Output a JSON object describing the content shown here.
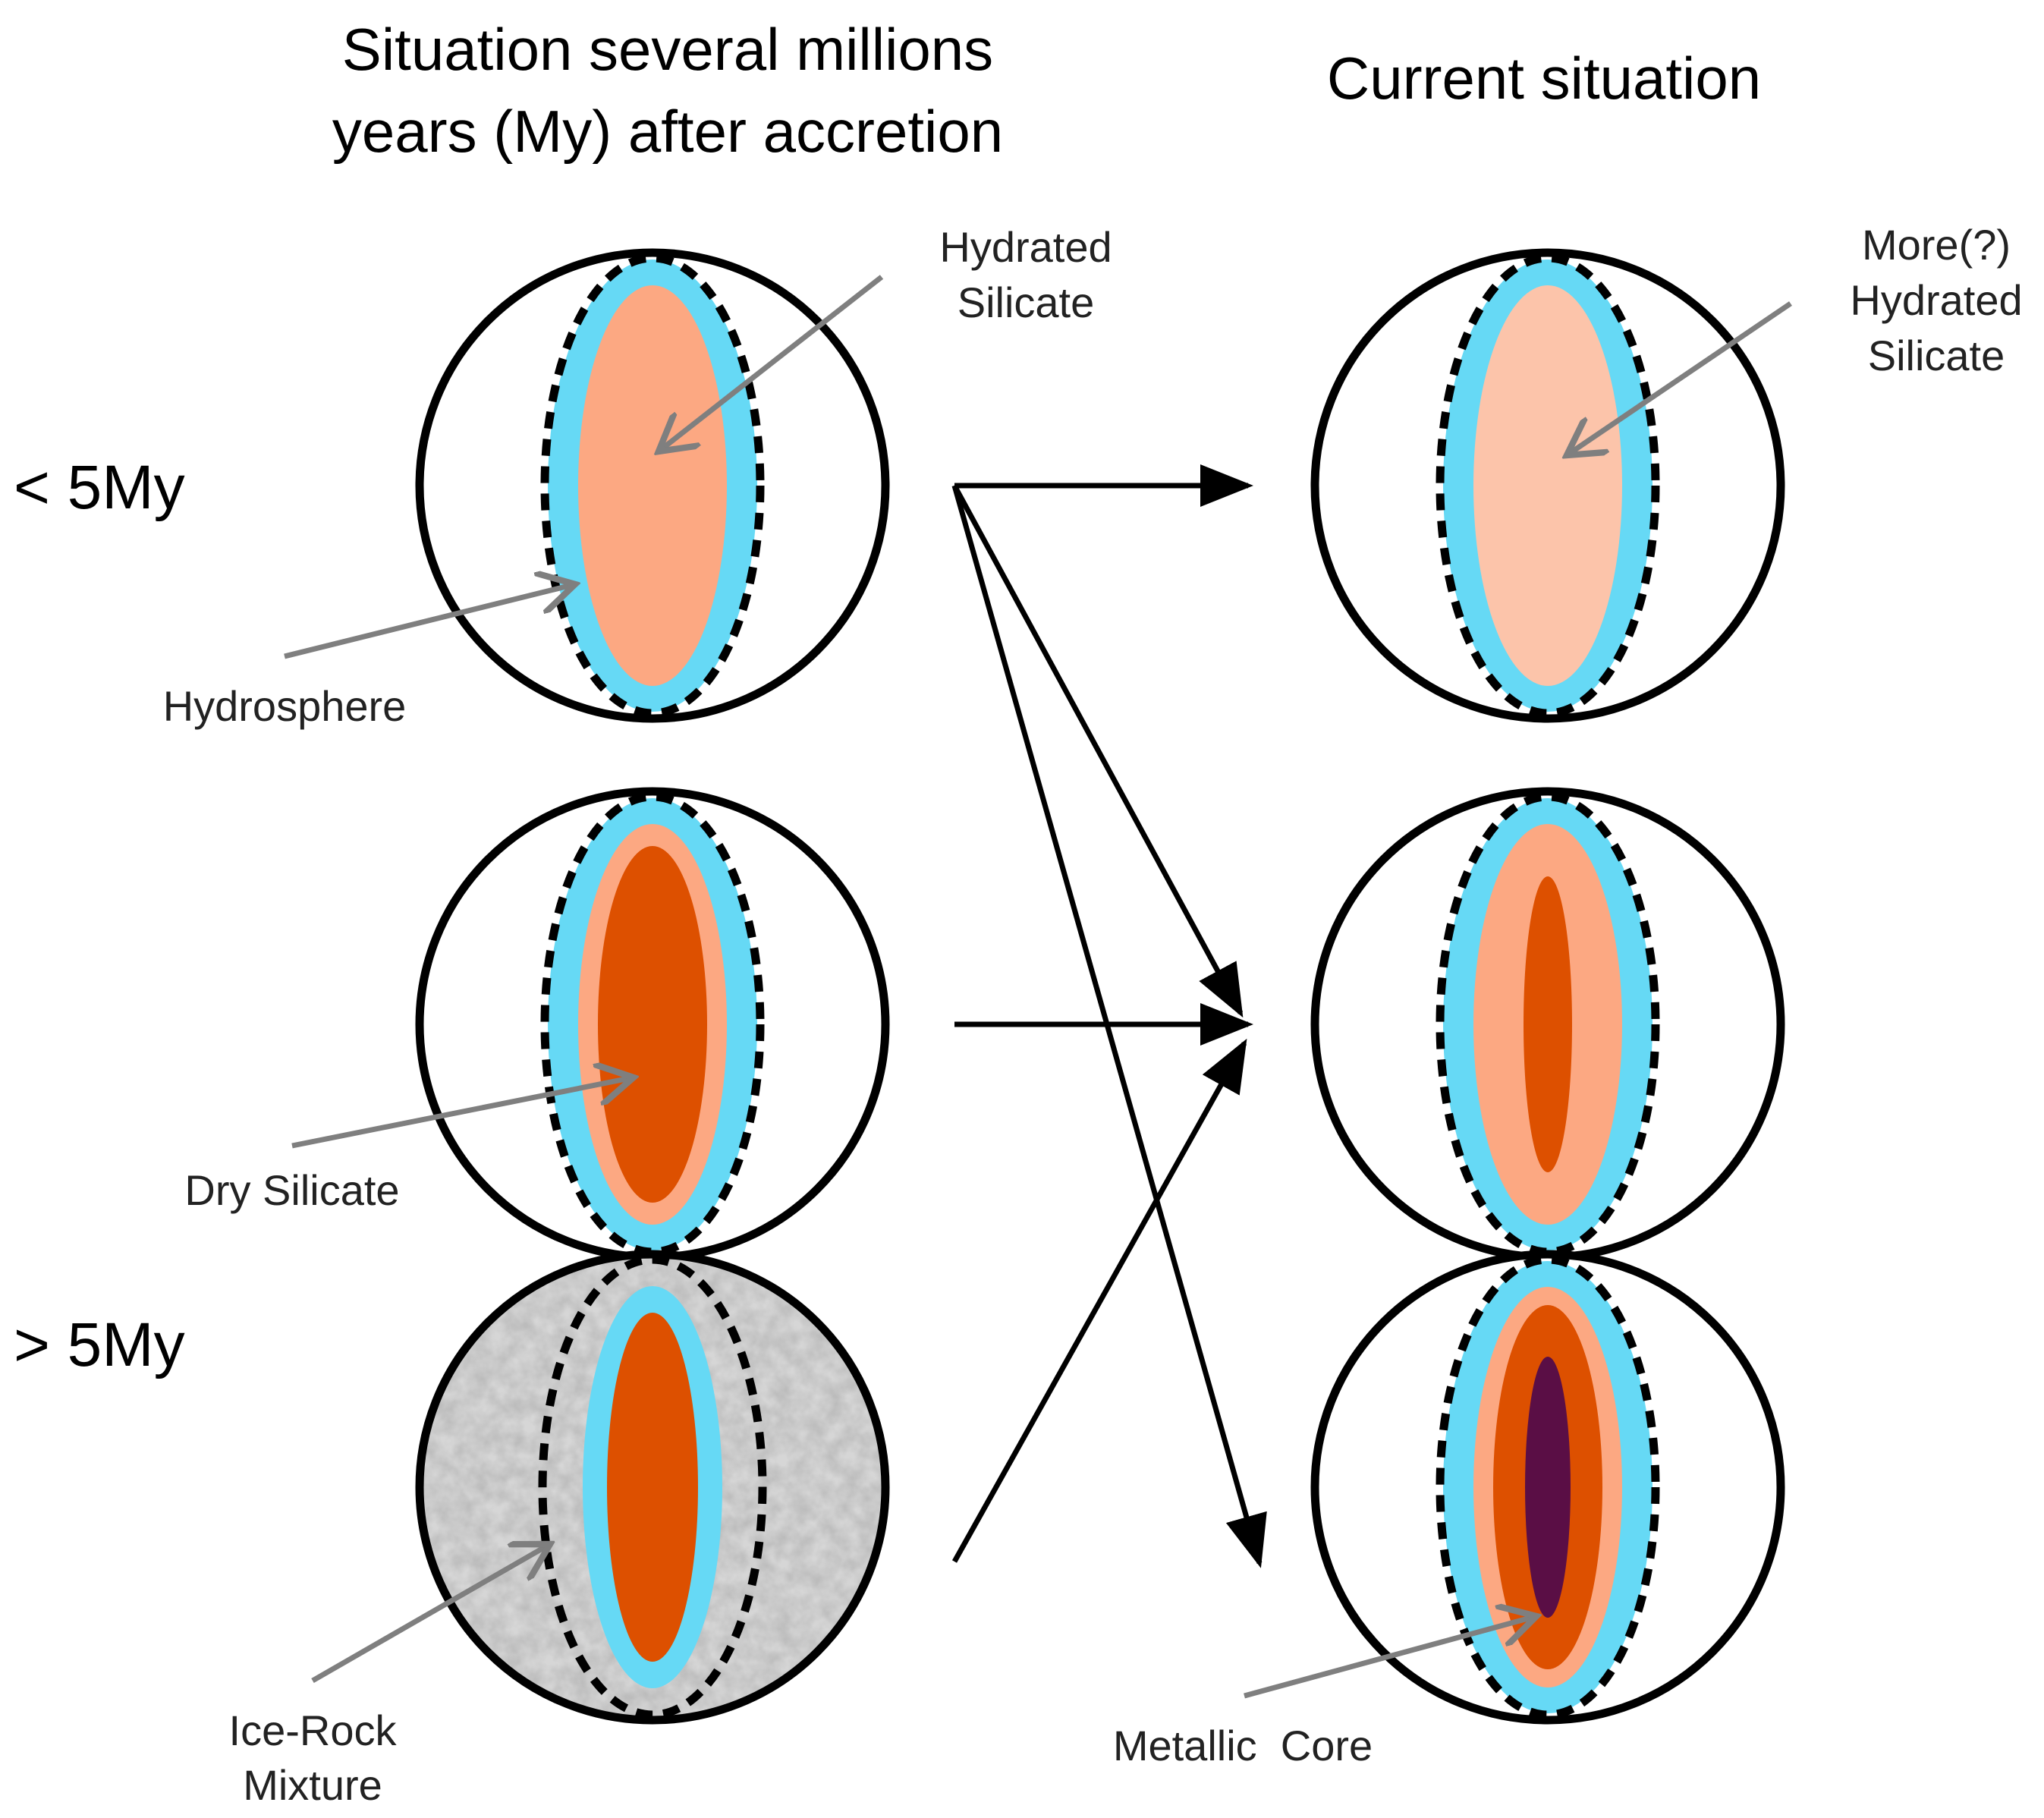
{
  "titles": {
    "left_line1": "Situation several millions",
    "left_line2": "years (My) after accretion",
    "right": "Current situation"
  },
  "ages": {
    "young": "< 5My",
    "old": "> 5My"
  },
  "labels": {
    "hydrated_silicate_line1": "Hydrated",
    "hydrated_silicate_line2": "Silicate",
    "more_hydrated_line1": "More(?)",
    "more_hydrated_line2": "Hydrated",
    "more_hydrated_line3": "Silicate",
    "hydrosphere": "Hydrosphere",
    "dry_silicate": "Dry Silicate",
    "ice_rock_line1": "Ice-Rock",
    "ice_rock_line2": "Mixture",
    "metallic_core": "Metallic  Core"
  },
  "colors": {
    "hydrosphere": "#66d9f5",
    "hydrated_silicate": "#fca882",
    "more_hydrated_silicate": "#fcc4aa",
    "dry_silicate": "#dd5000",
    "metallic_core": "#5a0e45",
    "ice_rock_mixture": "#b8b8b8",
    "label_arrow": "#7f7f7f",
    "outline": "#000000"
  }
}
